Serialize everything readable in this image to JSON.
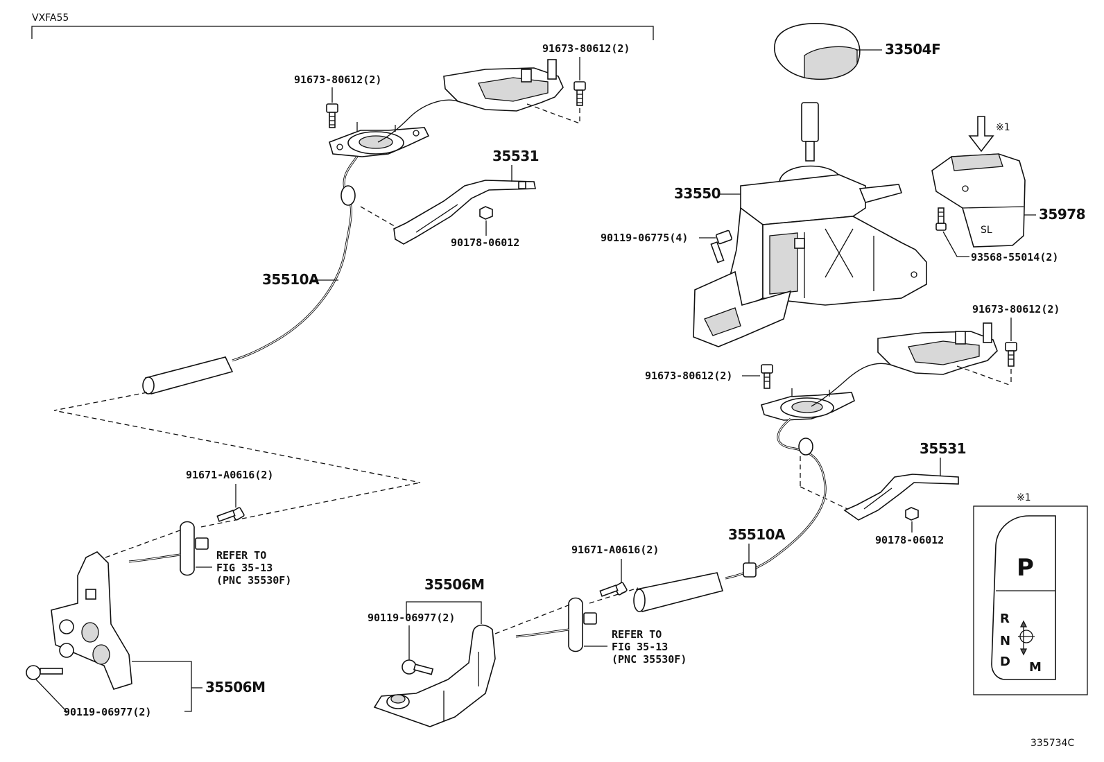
{
  "header": {
    "model": "VXFA55",
    "fig_code": "335734C"
  },
  "labels": {
    "bolt_91673_tl": "91673-80612(2)",
    "bolt_91673_tr": "91673-80612(2)",
    "bolt_91673_r1": "91673-80612(2)",
    "bolt_91673_r2": "91673-80612(2)",
    "bracket_35531_a": "35531",
    "bracket_35531_b": "35531",
    "nut_90178_a": "90178-06012",
    "nut_90178_b": "90178-06012",
    "cable_35510A_a": "35510A",
    "cable_35510A_b": "35510A",
    "knob_33504F": "33504F",
    "shifter_33550": "33550",
    "bolt_90119_06775": "90119-06775(4)",
    "switch_35978": "35978",
    "screw_93568": "93568-55014(2)",
    "note_mark_1": "※1",
    "note_mark_2": "※1",
    "bolt_91671_a": "91671-A0616(2)",
    "bolt_91671_b": "91671-A0616(2)",
    "bracket_35506M_a": "35506M",
    "bracket_35506M_b": "35506M",
    "bolt_90119_06977_a": "90119-06977(2)",
    "bolt_90119_06977_b": "90119-06977(2)",
    "switch_sl": "SL"
  },
  "refer_notes": {
    "left": {
      "line1": "REFER TO",
      "line2": "FIG 35-13",
      "line3": "(PNC 35530F)"
    },
    "right": {
      "line1": "REFER TO",
      "line2": "FIG 35-13",
      "line3": "(PNC 35530F)"
    }
  },
  "shift_panel": {
    "p": "P",
    "r": "R",
    "n": "N",
    "d": "D",
    "m": "M"
  }
}
